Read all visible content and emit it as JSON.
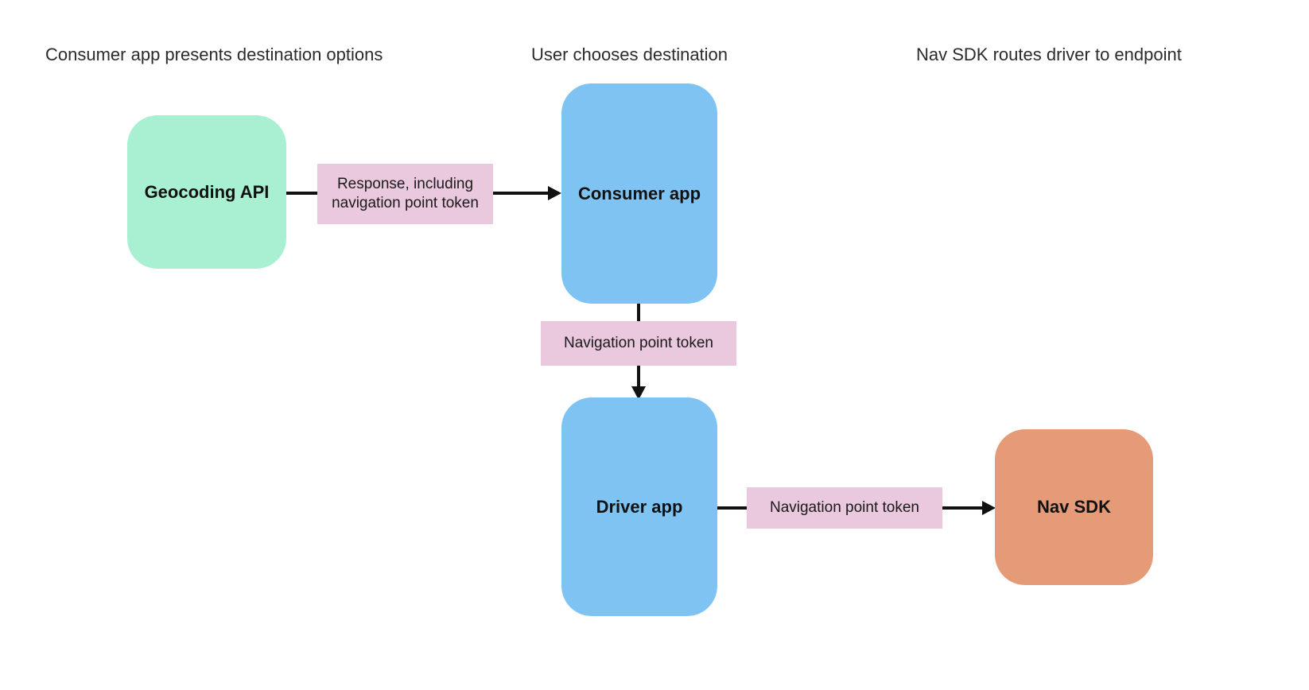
{
  "diagram": {
    "background": "#ffffff",
    "arrow_color": "#111111",
    "headers": [
      {
        "text": "Consumer app presents destination options"
      },
      {
        "text": "User chooses destination"
      },
      {
        "text": "Nav SDK routes driver to endpoint"
      }
    ],
    "nodes": [
      {
        "id": "geocoding-api",
        "label": "Geocoding API",
        "color": "#a8f0d1"
      },
      {
        "id": "consumer-app",
        "label": "Consumer app",
        "color": "#7fc3f2"
      },
      {
        "id": "driver-app",
        "label": "Driver app",
        "color": "#7fc3f2"
      },
      {
        "id": "nav-sdk",
        "label": "Nav SDK",
        "color": "#e59b78"
      }
    ],
    "edges": [
      {
        "id": "geocoding-to-consumer",
        "label": "Response, including navigation point token",
        "label_bg": "#eac8de"
      },
      {
        "id": "consumer-to-driver",
        "label": "Navigation point token",
        "label_bg": "#eac8de"
      },
      {
        "id": "driver-to-navsdk",
        "label": "Navigation point token",
        "label_bg": "#eac8de"
      }
    ]
  }
}
